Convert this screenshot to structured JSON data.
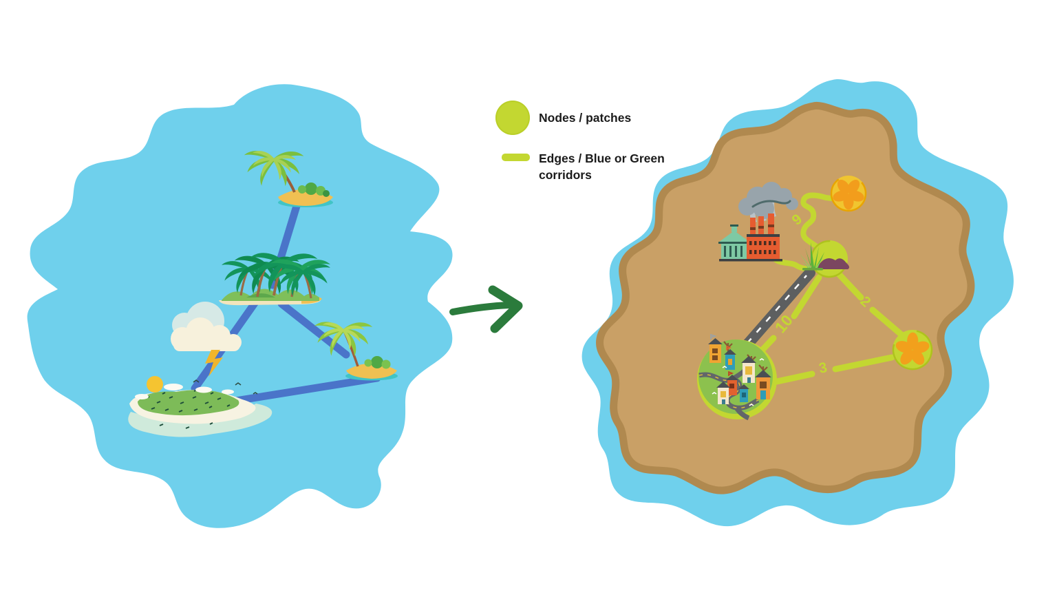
{
  "legend": {
    "items": [
      {
        "swatch": "node-circle-swatch",
        "label": "Nodes / patches",
        "color": "#c3d731"
      },
      {
        "swatch": "edge-line-swatch",
        "label": "Edges / Blue or Green corridors",
        "color": "#c3d731"
      }
    ]
  },
  "arrow": {
    "direction": "right",
    "color": "#2b7b3c"
  },
  "left_map": {
    "water_color": "#6fd0ec",
    "corridor_color": "#4a74c9",
    "islands": [
      {
        "id": "palm-island-top",
        "icon": "palm-island-icon"
      },
      {
        "id": "palm-grove-island",
        "icon": "palm-grove-icon"
      },
      {
        "id": "palm-island-east",
        "icon": "palm-island-icon"
      },
      {
        "id": "forest-island-southwest",
        "icon": "forest-island-icon"
      }
    ],
    "decorations": [
      "storm-cloud",
      "lightning-bolt",
      "sun",
      "small-clouds",
      "birds"
    ],
    "corridors": [
      {
        "from": "palm-island-top",
        "to": "palm-grove-island"
      },
      {
        "from": "palm-grove-island",
        "to": "forest-island-southwest"
      },
      {
        "from": "palm-grove-island",
        "to": "palm-island-east"
      },
      {
        "from": "forest-island-southwest",
        "to": "palm-island-east"
      }
    ]
  },
  "right_map": {
    "water_color": "#6fd0ec",
    "land_color": "#c9a066",
    "coast_color": "#b0894f",
    "node_color": "#c3d731",
    "edge_color": "#c3d731",
    "nodes": [
      {
        "id": "flower-patch-north",
        "icon": "flower-icon",
        "fill": "#f0c530"
      },
      {
        "id": "restored-patch",
        "icon": "agave-mound-icon",
        "fill": "#c3d731"
      },
      {
        "id": "village-patch",
        "icon": "village-icon",
        "fill": "#8cc14e"
      },
      {
        "id": "flower-patch-east",
        "icon": "flower-icon",
        "fill": "#c3d731"
      }
    ],
    "landmarks": [
      "factory-with-smoke-icon",
      "town-hall-icon",
      "road"
    ],
    "edges": [
      {
        "from": "restored-patch",
        "to": "flower-patch-north",
        "weight": "9",
        "style": "squiggle"
      },
      {
        "from": "restored-patch",
        "to": "flower-patch-east",
        "weight": "2",
        "style": "straight"
      },
      {
        "from": "village-patch",
        "to": "restored-patch",
        "weight": "10",
        "style": "straight-with-road"
      },
      {
        "from": "village-patch",
        "to": "flower-patch-east",
        "weight": "3",
        "style": "straight"
      },
      {
        "from": "factory",
        "to": "restored-patch",
        "weight": "",
        "style": "squiggle"
      }
    ]
  }
}
